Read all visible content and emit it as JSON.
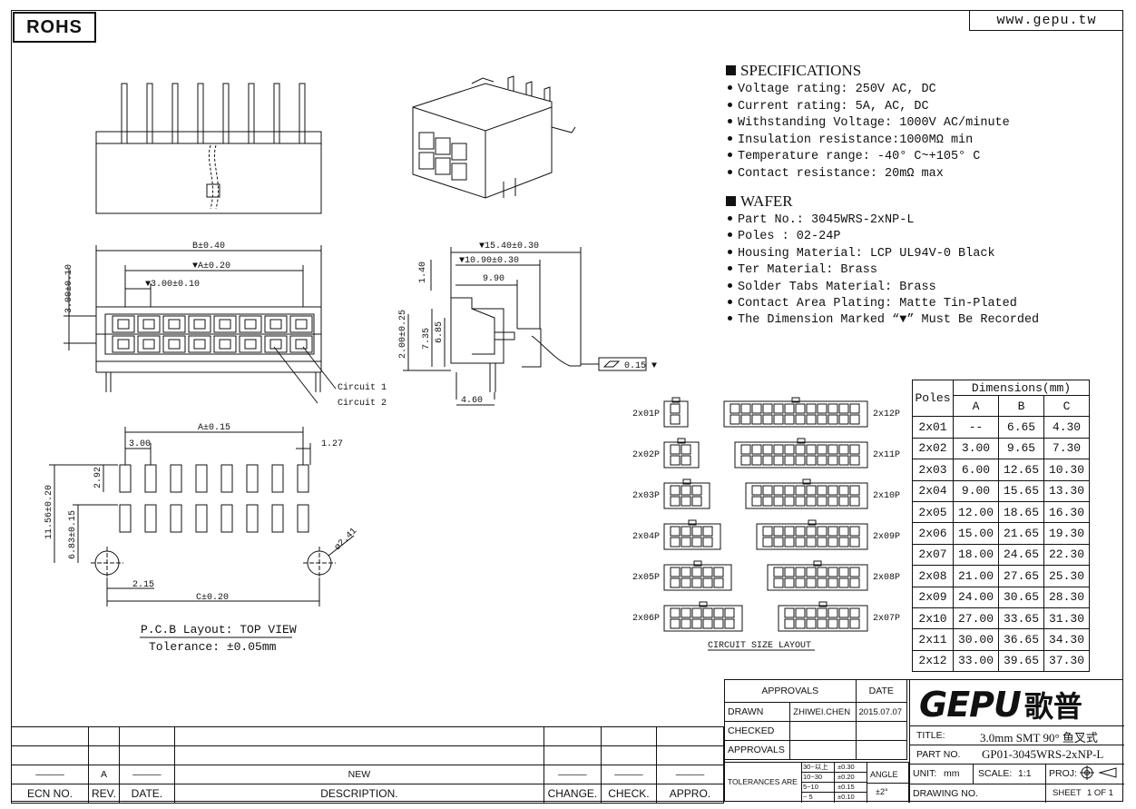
{
  "header": {
    "rohs": "ROHS",
    "website": "www.gepu.tw"
  },
  "specs": {
    "title": "SPECIFICATIONS",
    "items": [
      "Voltage rating: 250V AC, DC",
      "Current rating: 5A, AC, DC",
      "Withstanding Voltage: 1000V AC/minute",
      "Insulation resistance:1000MΩ min",
      "Temperature range: -40° C~+105° C",
      "Contact resistance: 20mΩ max"
    ],
    "wafer_title": "WAFER",
    "wafer_items": [
      "Part No.: 3045WRS-2xNP-L",
      "Poles : 02-24P",
      "Housing Material: LCP UL94V-0 Black",
      "Ter Material: Brass",
      "Solder Tabs Material: Brass",
      "Contact Area Plating: Matte Tin-Plated",
      "The Dimension Marked “▼” Must Be Recorded"
    ]
  },
  "dims": {
    "poles_header": "Poles",
    "group_header": "Dimensions(mm)",
    "col_a": "A",
    "col_b": "B",
    "col_c": "C",
    "rows": [
      {
        "p": "2x01",
        "a": "--",
        "b": "6.65",
        "c": "4.30"
      },
      {
        "p": "2x02",
        "a": "3.00",
        "b": "9.65",
        "c": "7.30"
      },
      {
        "p": "2x03",
        "a": "6.00",
        "b": "12.65",
        "c": "10.30"
      },
      {
        "p": "2x04",
        "a": "9.00",
        "b": "15.65",
        "c": "13.30"
      },
      {
        "p": "2x05",
        "a": "12.00",
        "b": "18.65",
        "c": "16.30"
      },
      {
        "p": "2x06",
        "a": "15.00",
        "b": "21.65",
        "c": "19.30"
      },
      {
        "p": "2x07",
        "a": "18.00",
        "b": "24.65",
        "c": "22.30"
      },
      {
        "p": "2x08",
        "a": "21.00",
        "b": "27.65",
        "c": "25.30"
      },
      {
        "p": "2x09",
        "a": "24.00",
        "b": "30.65",
        "c": "28.30"
      },
      {
        "p": "2x10",
        "a": "27.00",
        "b": "33.65",
        "c": "31.30"
      },
      {
        "p": "2x11",
        "a": "30.00",
        "b": "36.65",
        "c": "34.30"
      },
      {
        "p": "2x12",
        "a": "33.00",
        "b": "39.65",
        "c": "37.30"
      }
    ]
  },
  "drawing_labels": {
    "b_dim": "B±0.40",
    "a_dim": "▼A±0.20",
    "pitch": "▼3.00±0.10",
    "h300": "3.00±0.10",
    "circuit1": "Circuit 1",
    "circuit2": "Circuit 2",
    "d1540": "▼15.40±0.30",
    "d1090": "▼10.90±0.30",
    "d990": "9.90",
    "d140": "1.40",
    "d200": "2.00±0.25",
    "d735": "7.35",
    "d685": "6.85",
    "d460": "4.60",
    "flat": "0.15",
    "pcb_a": "A±0.15",
    "pcb_300": "3.00",
    "pcb_127": "1.27",
    "pcb_292": "2.92",
    "pcb_1156": "11.56±0.20",
    "pcb_683": "6.83±0.15",
    "pcb_241": "ø2.41",
    "pcb_215": "2.15",
    "pcb_c": "C±0.20",
    "pcb_title": "P.C.B Layout: TOP VIEW",
    "pcb_tol": "Tolerance: ±0.05mm",
    "circuit_layout": "CIRCUIT SIZE LAYOUT",
    "left_labels": [
      "2x01P",
      "2x02P",
      "2x03P",
      "2x04P",
      "2x05P",
      "2x06P"
    ],
    "right_labels": [
      "2x12P",
      "2x11P",
      "2x10P",
      "2x09P",
      "2x08P",
      "2x07P"
    ]
  },
  "title_block": {
    "approvals": "APPROVALS",
    "date": "DATE",
    "drawn": "DRAWN",
    "drawn_by": "ZHIWEI.CHEN",
    "drawn_date": "2015.07.07",
    "checked": "CHECKED",
    "approvals2": "APPROVALS",
    "tolerances": "TOLERANCES ARE",
    "tol_ranges": [
      "30~以上",
      "10~30",
      "5~10",
      "~ 5"
    ],
    "tol_values": [
      "±0.30",
      "±0.20",
      "±0.15",
      "±0.10"
    ],
    "angle": "ANGLE",
    "angle_val": "±2°",
    "logo": "GEPU",
    "logo_cn": "歌普",
    "title_label": "TITLE:",
    "title_val": "3.0mm SMT 90° 鱼叉式",
    "part_label": "PART NO.",
    "part_val": "GP01-3045WRS-2xNP-L",
    "unit_label": "UNIT:",
    "unit_val": "mm",
    "scale_label": "SCALE:",
    "scale_val": "1:1",
    "proj_label": "PROJ:",
    "sheet": "SHEET",
    "sheet_val": "1 OF 1",
    "drawing_no": "DRAWING NO."
  },
  "revision": {
    "rev_val": "A",
    "desc_val": "NEW",
    "ecn": "ECN NO.",
    "rev": "REV.",
    "date": "DATE.",
    "desc": "DESCRIPTION.",
    "change": "CHANGE.",
    "check": "CHECK.",
    "appro": "APPRO."
  }
}
